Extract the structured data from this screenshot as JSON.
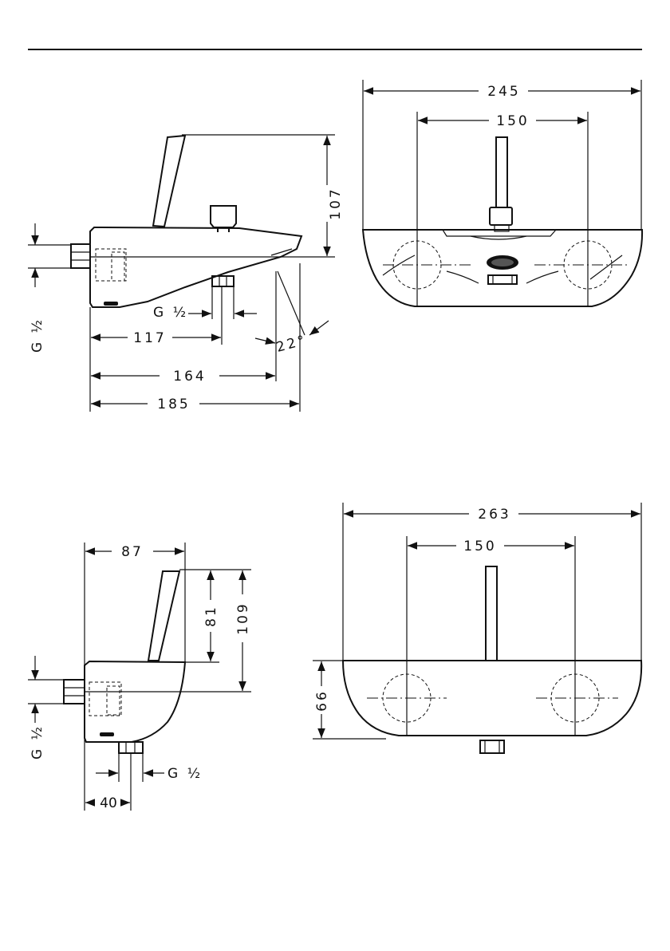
{
  "dimensions": {
    "top_side": {
      "height": "107",
      "thread_left": "G ½",
      "thread_bottom": "G ½",
      "len_117": "117",
      "len_164": "164",
      "len_185": "185",
      "angle": "22°"
    },
    "top_front": {
      "width": "245",
      "centers": "150"
    },
    "bottom_side": {
      "depth": "87",
      "height_81": "81",
      "height_109": "109",
      "thread_left": "G ½",
      "thread_bottom": "G ½",
      "len_40": "40"
    },
    "bottom_front": {
      "width": "263",
      "centers": "150",
      "height": "66"
    }
  }
}
